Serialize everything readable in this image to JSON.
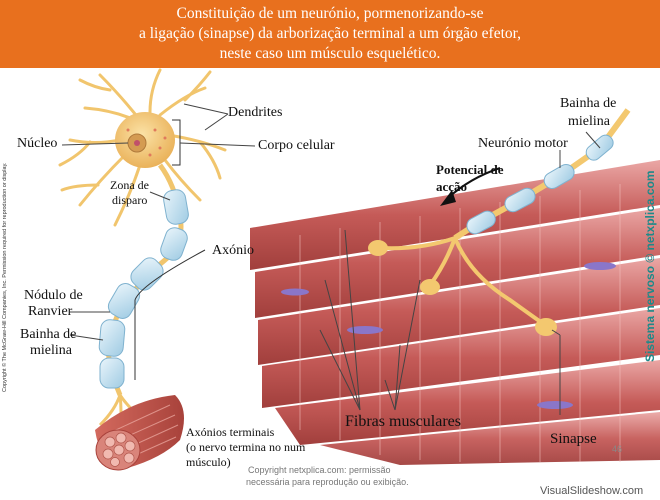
{
  "header": {
    "title_lines": [
      "Constituição de um neurónio, pormenorizando-se",
      "a ligação (sinapse) da arborização terminal a um órgão efetor,",
      "neste caso um músculo esquelético."
    ]
  },
  "labels": {
    "dendrites": "Dendrites",
    "nucleus": "Núcleo",
    "cell_body": "Corpo celular",
    "trigger_zone_1": "Zona de",
    "trigger_zone_2": "disparo",
    "axon": "Axónio",
    "node_ranvier_1": "Nódulo de",
    "node_ranvier_2": "Ranvier",
    "myelin_left_1": "Bainha de",
    "myelin_left_2": "mielina",
    "myelin_right_1": "Bainha de",
    "myelin_right_2": "mielina",
    "motor_neuron": "Neurónio motor",
    "action_potential_1": "Potencial de",
    "action_potential_2": "acção",
    "axon_terminals_1": "Axónios terminais",
    "axon_terminals_2": "(o nervo termina no num",
    "axon_terminals_3": "músculo)",
    "muscle_fibers": "Fibras musculares",
    "synapse": "Sinapse"
  },
  "copyright_vertical": "Copyright © The McGraw-Hill Companies, Inc. Permission required for reproduction or display.",
  "side_vertical": "Sistema nervoso © netxplica.com",
  "footer": {
    "copyright_1": "Copyright netxplica.com: permissão",
    "copyright_2": "necessária para reprodução ou exibição.",
    "page_number": "46",
    "watermark": "VisualSlideshow.com"
  },
  "colors": {
    "banner": "#e8701e",
    "neuron": "#f3c86f",
    "myelin": "#c8e3f2",
    "muscle": "#c2524f",
    "side_text": "#1d8a8a"
  }
}
